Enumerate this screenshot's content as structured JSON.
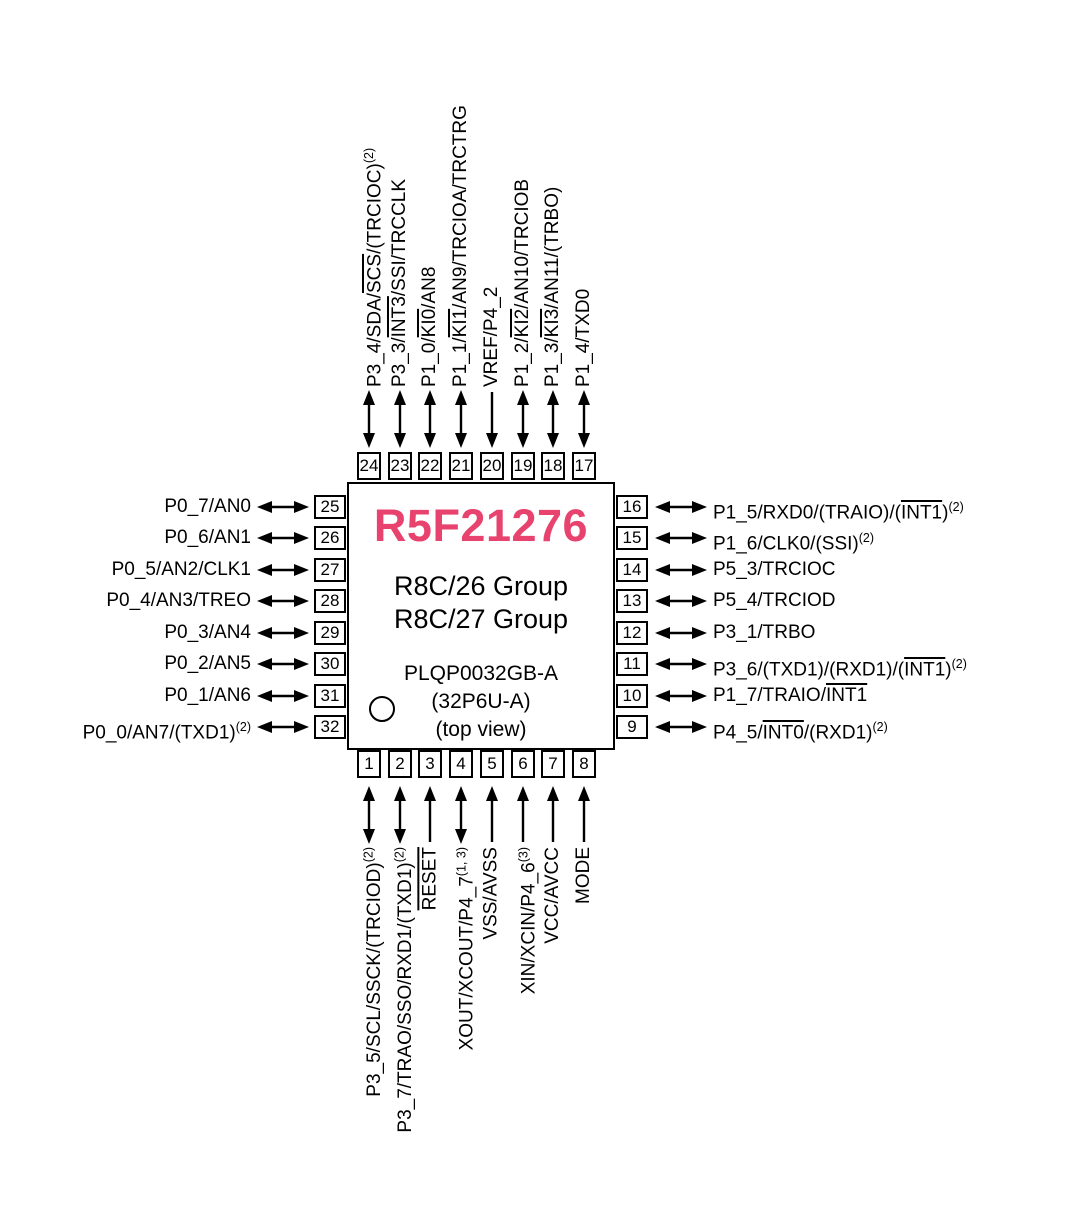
{
  "chip": {
    "part_number": "R5F21276",
    "accent_color": "#e8436f",
    "group_lines": [
      "R8C/26 Group",
      "R8C/27 Group"
    ],
    "package_line1": "PLQP0032GB-A",
    "package_line2": "(32P6U-A)",
    "package_line3": "(top view)"
  },
  "pins": {
    "top": [
      {
        "number": "24",
        "direction": "bidirectional",
        "segments": [
          {
            "t": "P3_4/SDA/"
          },
          {
            "t": "SCS",
            "over": true
          },
          {
            "t": "/(TRCIOC)"
          },
          {
            "t": "(2)",
            "sup": true
          }
        ]
      },
      {
        "number": "23",
        "direction": "bidirectional",
        "segments": [
          {
            "t": "P3_3/"
          },
          {
            "t": "INT3",
            "over": true
          },
          {
            "t": "/SSI/TRCCLK"
          }
        ]
      },
      {
        "number": "22",
        "direction": "bidirectional",
        "segments": [
          {
            "t": "P1_0/"
          },
          {
            "t": "KI0",
            "over": true
          },
          {
            "t": "/AN8"
          }
        ]
      },
      {
        "number": "21",
        "direction": "bidirectional",
        "segments": [
          {
            "t": "P1_1/"
          },
          {
            "t": "KI1",
            "over": true
          },
          {
            "t": "/AN9/TRCIOA/TRCTRG"
          }
        ]
      },
      {
        "number": "20",
        "direction": "input",
        "segments": [
          {
            "t": "VREF/P4_2"
          }
        ]
      },
      {
        "number": "19",
        "direction": "bidirectional",
        "segments": [
          {
            "t": "P1_2/"
          },
          {
            "t": "KI2",
            "over": true
          },
          {
            "t": "/AN10/TRCIOB"
          }
        ]
      },
      {
        "number": "18",
        "direction": "bidirectional",
        "segments": [
          {
            "t": "P1_3/"
          },
          {
            "t": "KI3",
            "over": true
          },
          {
            "t": "/AN11/(TRBO)"
          }
        ]
      },
      {
        "number": "17",
        "direction": "bidirectional",
        "segments": [
          {
            "t": "P1_4/TXD0"
          }
        ]
      }
    ],
    "left": [
      {
        "number": "25",
        "direction": "bidirectional",
        "segments": [
          {
            "t": "P0_7/AN0"
          }
        ]
      },
      {
        "number": "26",
        "direction": "bidirectional",
        "segments": [
          {
            "t": "P0_6/AN1"
          }
        ]
      },
      {
        "number": "27",
        "direction": "bidirectional",
        "segments": [
          {
            "t": "P0_5/AN2/CLK1"
          }
        ]
      },
      {
        "number": "28",
        "direction": "bidirectional",
        "segments": [
          {
            "t": "P0_4/AN3/TREO"
          }
        ]
      },
      {
        "number": "29",
        "direction": "bidirectional",
        "segments": [
          {
            "t": "P0_3/AN4"
          }
        ]
      },
      {
        "number": "30",
        "direction": "bidirectional",
        "segments": [
          {
            "t": "P0_2/AN5"
          }
        ]
      },
      {
        "number": "31",
        "direction": "bidirectional",
        "segments": [
          {
            "t": "P0_1/AN6"
          }
        ]
      },
      {
        "number": "32",
        "direction": "bidirectional",
        "segments": [
          {
            "t": "P0_0/AN7/(TXD1)"
          },
          {
            "t": "(2)",
            "sup": true
          }
        ]
      }
    ],
    "right": [
      {
        "number": "16",
        "direction": "bidirectional",
        "segments": [
          {
            "t": "P1_5/RXD0/(TRAIO)/("
          },
          {
            "t": "INT1",
            "over": true
          },
          {
            "t": ")"
          },
          {
            "t": "(2)",
            "sup": true
          }
        ]
      },
      {
        "number": "15",
        "direction": "bidirectional",
        "segments": [
          {
            "t": "P1_6/CLK0/(SSI)"
          },
          {
            "t": "(2)",
            "sup": true
          }
        ]
      },
      {
        "number": "14",
        "direction": "bidirectional",
        "segments": [
          {
            "t": "P5_3/TRCIOC"
          }
        ]
      },
      {
        "number": "13",
        "direction": "bidirectional",
        "segments": [
          {
            "t": "P5_4/TRCIOD"
          }
        ]
      },
      {
        "number": "12",
        "direction": "bidirectional",
        "segments": [
          {
            "t": "P3_1/TRBO"
          }
        ]
      },
      {
        "number": "11",
        "direction": "bidirectional",
        "segments": [
          {
            "t": "P3_6/(TXD1)/(RXD1)/("
          },
          {
            "t": "INT1",
            "over": true
          },
          {
            "t": ")"
          },
          {
            "t": "(2)",
            "sup": true
          }
        ]
      },
      {
        "number": "10",
        "direction": "bidirectional",
        "segments": [
          {
            "t": "P1_7/TRAIO/"
          },
          {
            "t": "INT1",
            "over": true
          }
        ]
      },
      {
        "number": "9",
        "direction": "bidirectional",
        "segments": [
          {
            "t": "P4_5/"
          },
          {
            "t": "INT0",
            "over": true
          },
          {
            "t": "/(RXD1)"
          },
          {
            "t": "(2)",
            "sup": true
          }
        ]
      }
    ],
    "bottom": [
      {
        "number": "1",
        "direction": "bidirectional",
        "segments": [
          {
            "t": "P3_5/SCL/SSCK/(TRCIOD)"
          },
          {
            "t": "(2)",
            "sup": true
          }
        ]
      },
      {
        "number": "2",
        "direction": "bidirectional",
        "segments": [
          {
            "t": "P3_7/TRAO/SSO/RXD1/(TXD1)"
          },
          {
            "t": "(2)",
            "sup": true
          }
        ]
      },
      {
        "number": "3",
        "direction": "input",
        "segments": [
          {
            "t": "RESET",
            "over": true
          }
        ]
      },
      {
        "number": "4",
        "direction": "bidirectional",
        "segments": [
          {
            "t": "XOUT/XCOUT/P4_7"
          },
          {
            "t": "(1, 3)",
            "sup": true
          }
        ]
      },
      {
        "number": "5",
        "direction": "input",
        "segments": [
          {
            "t": "VSS/AVSS"
          }
        ]
      },
      {
        "number": "6",
        "direction": "input",
        "segments": [
          {
            "t": "XIN/XCIN/P4_6"
          },
          {
            "t": "(3)",
            "sup": true
          }
        ]
      },
      {
        "number": "7",
        "direction": "input",
        "segments": [
          {
            "t": "VCC/AVCC"
          }
        ]
      },
      {
        "number": "8",
        "direction": "input",
        "segments": [
          {
            "t": "MODE"
          }
        ]
      }
    ]
  }
}
